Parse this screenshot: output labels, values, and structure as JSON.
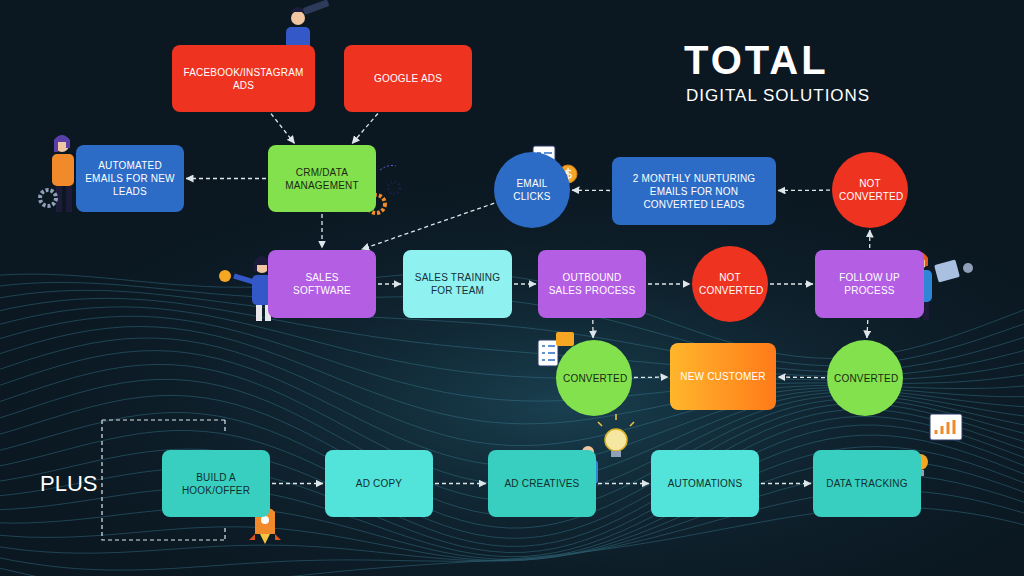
{
  "diagram": {
    "nodes": [
      {
        "text": [
          "FACEBOOK/INSTAGRAM ADS"
        ]
      },
      {
        "text": [
          "GOOGLE ADS"
        ]
      },
      {
        "text": [
          "CRM/DATA MANAGEMENT"
        ]
      },
      {
        "text": [
          "AUTOMATED EMAILS FOR NEW LEADS"
        ]
      },
      {
        "text": [
          "EMAIL CLICKS"
        ]
      },
      {
        "text": [
          "2 MONTHLY NURTURING EMAILS FOR NON CONVERTED LEADS"
        ]
      },
      {
        "text": [
          "NOT CONVERTED"
        ]
      },
      {
        "text": [
          "SALES SOFTWARE"
        ]
      },
      {
        "text": [
          "SALES TRAINING FOR TEAM"
        ]
      },
      {
        "text": [
          "OUTBOUND SALES PROCESS"
        ]
      },
      {
        "text": [
          "NOT CONVERTED"
        ]
      },
      {
        "text": [
          "FOLLOW UP PROCESS"
        ]
      },
      {
        "text": [
          "CONVERTED"
        ]
      },
      {
        "text": [
          "NEW CUSTOMER"
        ]
      },
      {
        "text": [
          "CONVERTED"
        ]
      },
      {
        "text": [
          "BUILD A HOOK/OFFER"
        ]
      },
      {
        "text": [
          "AD COPY"
        ]
      },
      {
        "text": [
          "AD CREATIVES"
        ]
      },
      {
        "text": [
          "AUTOMATIONS"
        ]
      },
      {
        "text": [
          "DATA TRACKING"
        ]
      }
    ],
    "edges": [
      {
        "from": 0,
        "to": 2,
        "arrow": "to"
      },
      {
        "from": 1,
        "to": 2,
        "arrow": "to"
      },
      {
        "from": 2,
        "to": 3,
        "arrow": "to"
      },
      {
        "from": 2,
        "to": 7,
        "arrow": "to"
      },
      {
        "from": 4,
        "to": 7,
        "arrow": "to"
      },
      {
        "from": 5,
        "to": 4,
        "arrow": "to"
      },
      {
        "from": 6,
        "to": 5,
        "arrow": "to"
      },
      {
        "from": 7,
        "to": 8,
        "arrow": "to"
      },
      {
        "from": 8,
        "to": 9,
        "arrow": "to"
      },
      {
        "from": 9,
        "to": 10,
        "arrow": "to"
      },
      {
        "from": 10,
        "to": 11,
        "arrow": "to"
      },
      {
        "from": 11,
        "to": 6,
        "arrow": "to"
      },
      {
        "from": 9,
        "to": 12,
        "arrow": "to"
      },
      {
        "from": 11,
        "to": 14,
        "arrow": "to"
      },
      {
        "from": 12,
        "to": 13,
        "arrow": "to"
      },
      {
        "from": 14,
        "to": 13,
        "arrow": "to"
      },
      {
        "from": 15,
        "to": 16,
        "arrow": "to"
      },
      {
        "from": 16,
        "to": 17,
        "arrow": "to"
      },
      {
        "from": 17,
        "to": 18,
        "arrow": "to"
      },
      {
        "from": 18,
        "to": 19,
        "arrow": "to"
      }
    ],
    "labels": [
      "TOTAL",
      "DIGITAL SOLUTIONS",
      "PLUS"
    ]
  }
}
